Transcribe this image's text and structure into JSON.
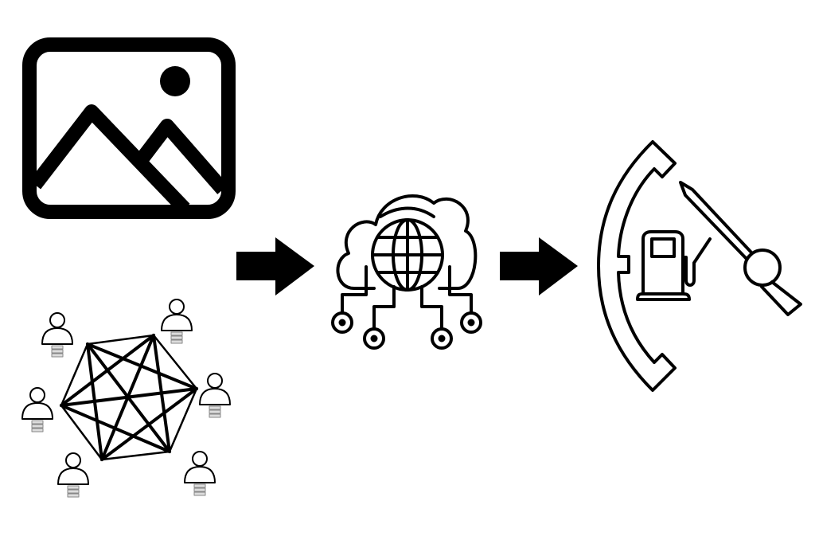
{
  "diagram": {
    "stages": [
      {
        "id": "inputs",
        "icons": [
          "image-icon",
          "peer-network-icon"
        ]
      },
      {
        "id": "processing",
        "icons": [
          "cloud-globe-network-icon"
        ]
      },
      {
        "id": "output",
        "icons": [
          "fuel-gauge-icon"
        ]
      }
    ],
    "connectors": [
      "arrow-right-icon",
      "arrow-right-icon"
    ],
    "colors": {
      "stroke": "#000000",
      "background": "#ffffff",
      "server": "#888888"
    }
  }
}
